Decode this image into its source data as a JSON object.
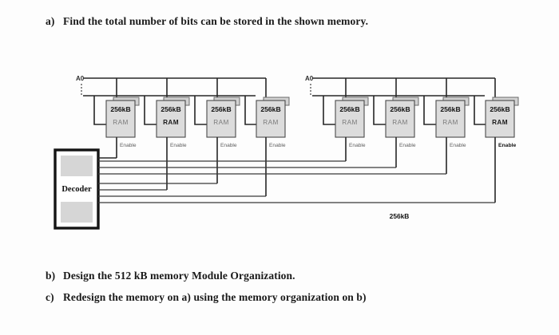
{
  "document": {
    "title": "Memory Organization Exercise",
    "questions": [
      {
        "marker": "a)",
        "text": "Find the total number of bits can be stored in the shown memory."
      },
      {
        "marker": "b)",
        "text": "Design the 512 kB memory Module Organization."
      },
      {
        "marker": "c)",
        "text": "Redesign the memory on a) using the memory organization on b)"
      }
    ]
  },
  "diagram": {
    "name": "memory-decoder-diagram",
    "address_bus_label": "A0",
    "address_bus_label_right": "A0",
    "decoder_label": "Decoder",
    "bottom_bus_label": "256kB",
    "enable_label": "Enable",
    "ram_size_label": "256kB",
    "ram_type_label": "RAM",
    "groups": [
      {
        "name": "left-memory-bank",
        "blocks": [
          {
            "size": "256kB",
            "type": "RAM",
            "enable": "Enable"
          },
          {
            "size": "256kB",
            "type": "RAM",
            "enable": "Enable"
          },
          {
            "size": "256kB",
            "type": "RAM",
            "enable": "Enable"
          },
          {
            "size": "256kB",
            "type": "RAM",
            "enable": "Enable"
          }
        ]
      },
      {
        "name": "right-memory-bank",
        "blocks": [
          {
            "size": "256kB",
            "type": "RAM",
            "enable": "Enable"
          },
          {
            "size": "256kB",
            "type": "RAM",
            "enable": "Enable"
          },
          {
            "size": "256kB",
            "type": "RAM",
            "enable": "Enable"
          },
          {
            "size": "256kB",
            "type": "RAM",
            "enable": "Enable"
          }
        ]
      }
    ],
    "colors": {
      "wire": "#262626",
      "ram_fill": "#dcdcdc",
      "decoder_border": "#141414",
      "page_background": "#fdfdfd"
    }
  }
}
